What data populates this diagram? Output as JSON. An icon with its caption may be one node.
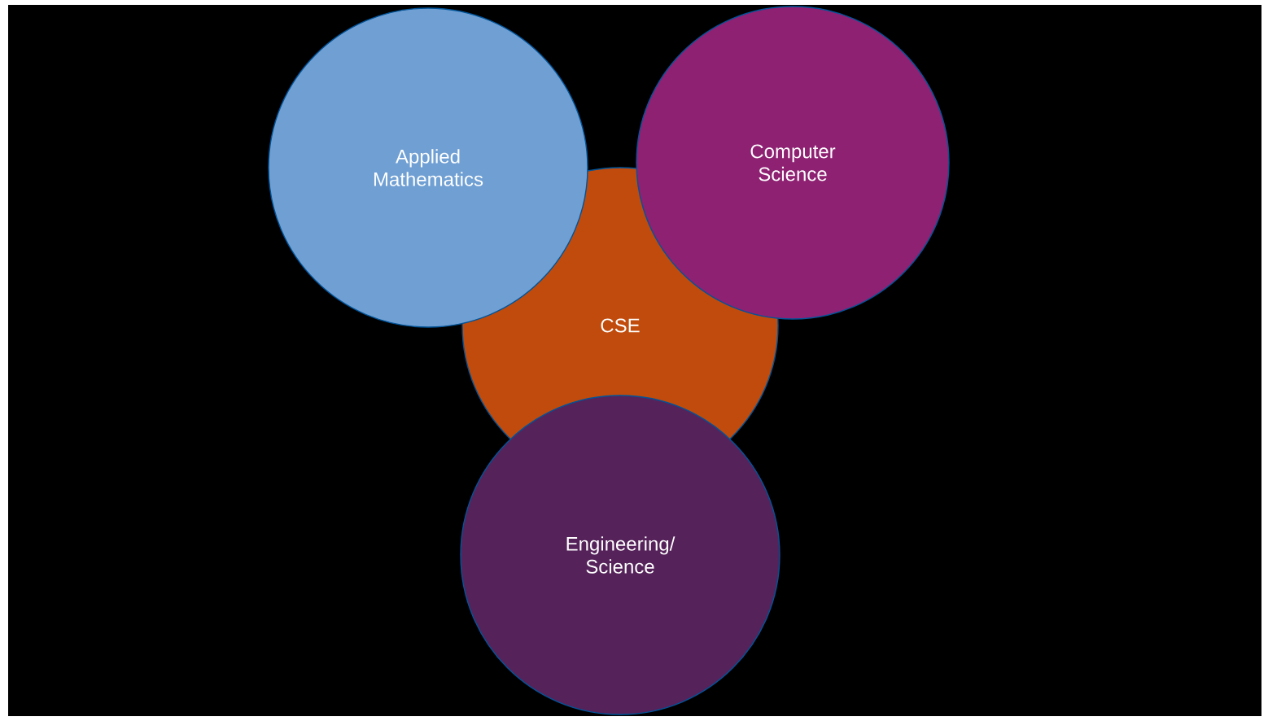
{
  "diagram": {
    "nodes": [
      {
        "text": [
          "Applied Mathematics"
        ]
      },
      {
        "text": [
          "Computer Science"
        ]
      },
      {
        "text": [
          "CSE"
        ]
      },
      {
        "text": [
          "Engineering/ Science"
        ]
      }
    ]
  }
}
